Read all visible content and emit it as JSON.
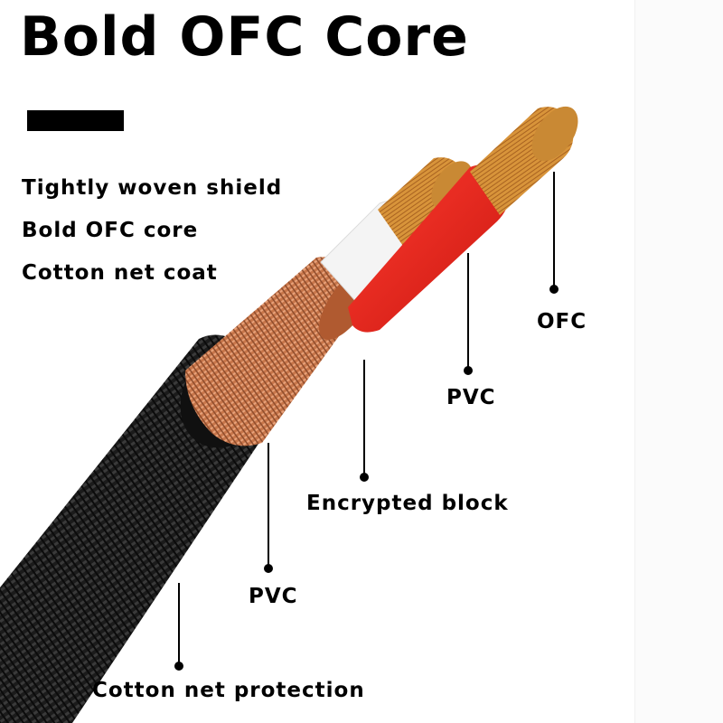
{
  "title": "Bold OFC Core",
  "features": [
    "Tightly woven shield",
    "Bold OFC core",
    "Cotton net coat"
  ],
  "callouts": {
    "ofc": "OFC",
    "pvc_inner": "PVC",
    "encrypted_block": "Encrypted block",
    "pvc_outer": "PVC",
    "cotton_net_protection": "Cotton net protection"
  },
  "colors": {
    "jacket": "#1b1b1b",
    "copper_braid": "#c8764a",
    "red_insulation": "#e5231d",
    "white_insulation": "#f4f4f4",
    "conductor": "#d8943a"
  }
}
